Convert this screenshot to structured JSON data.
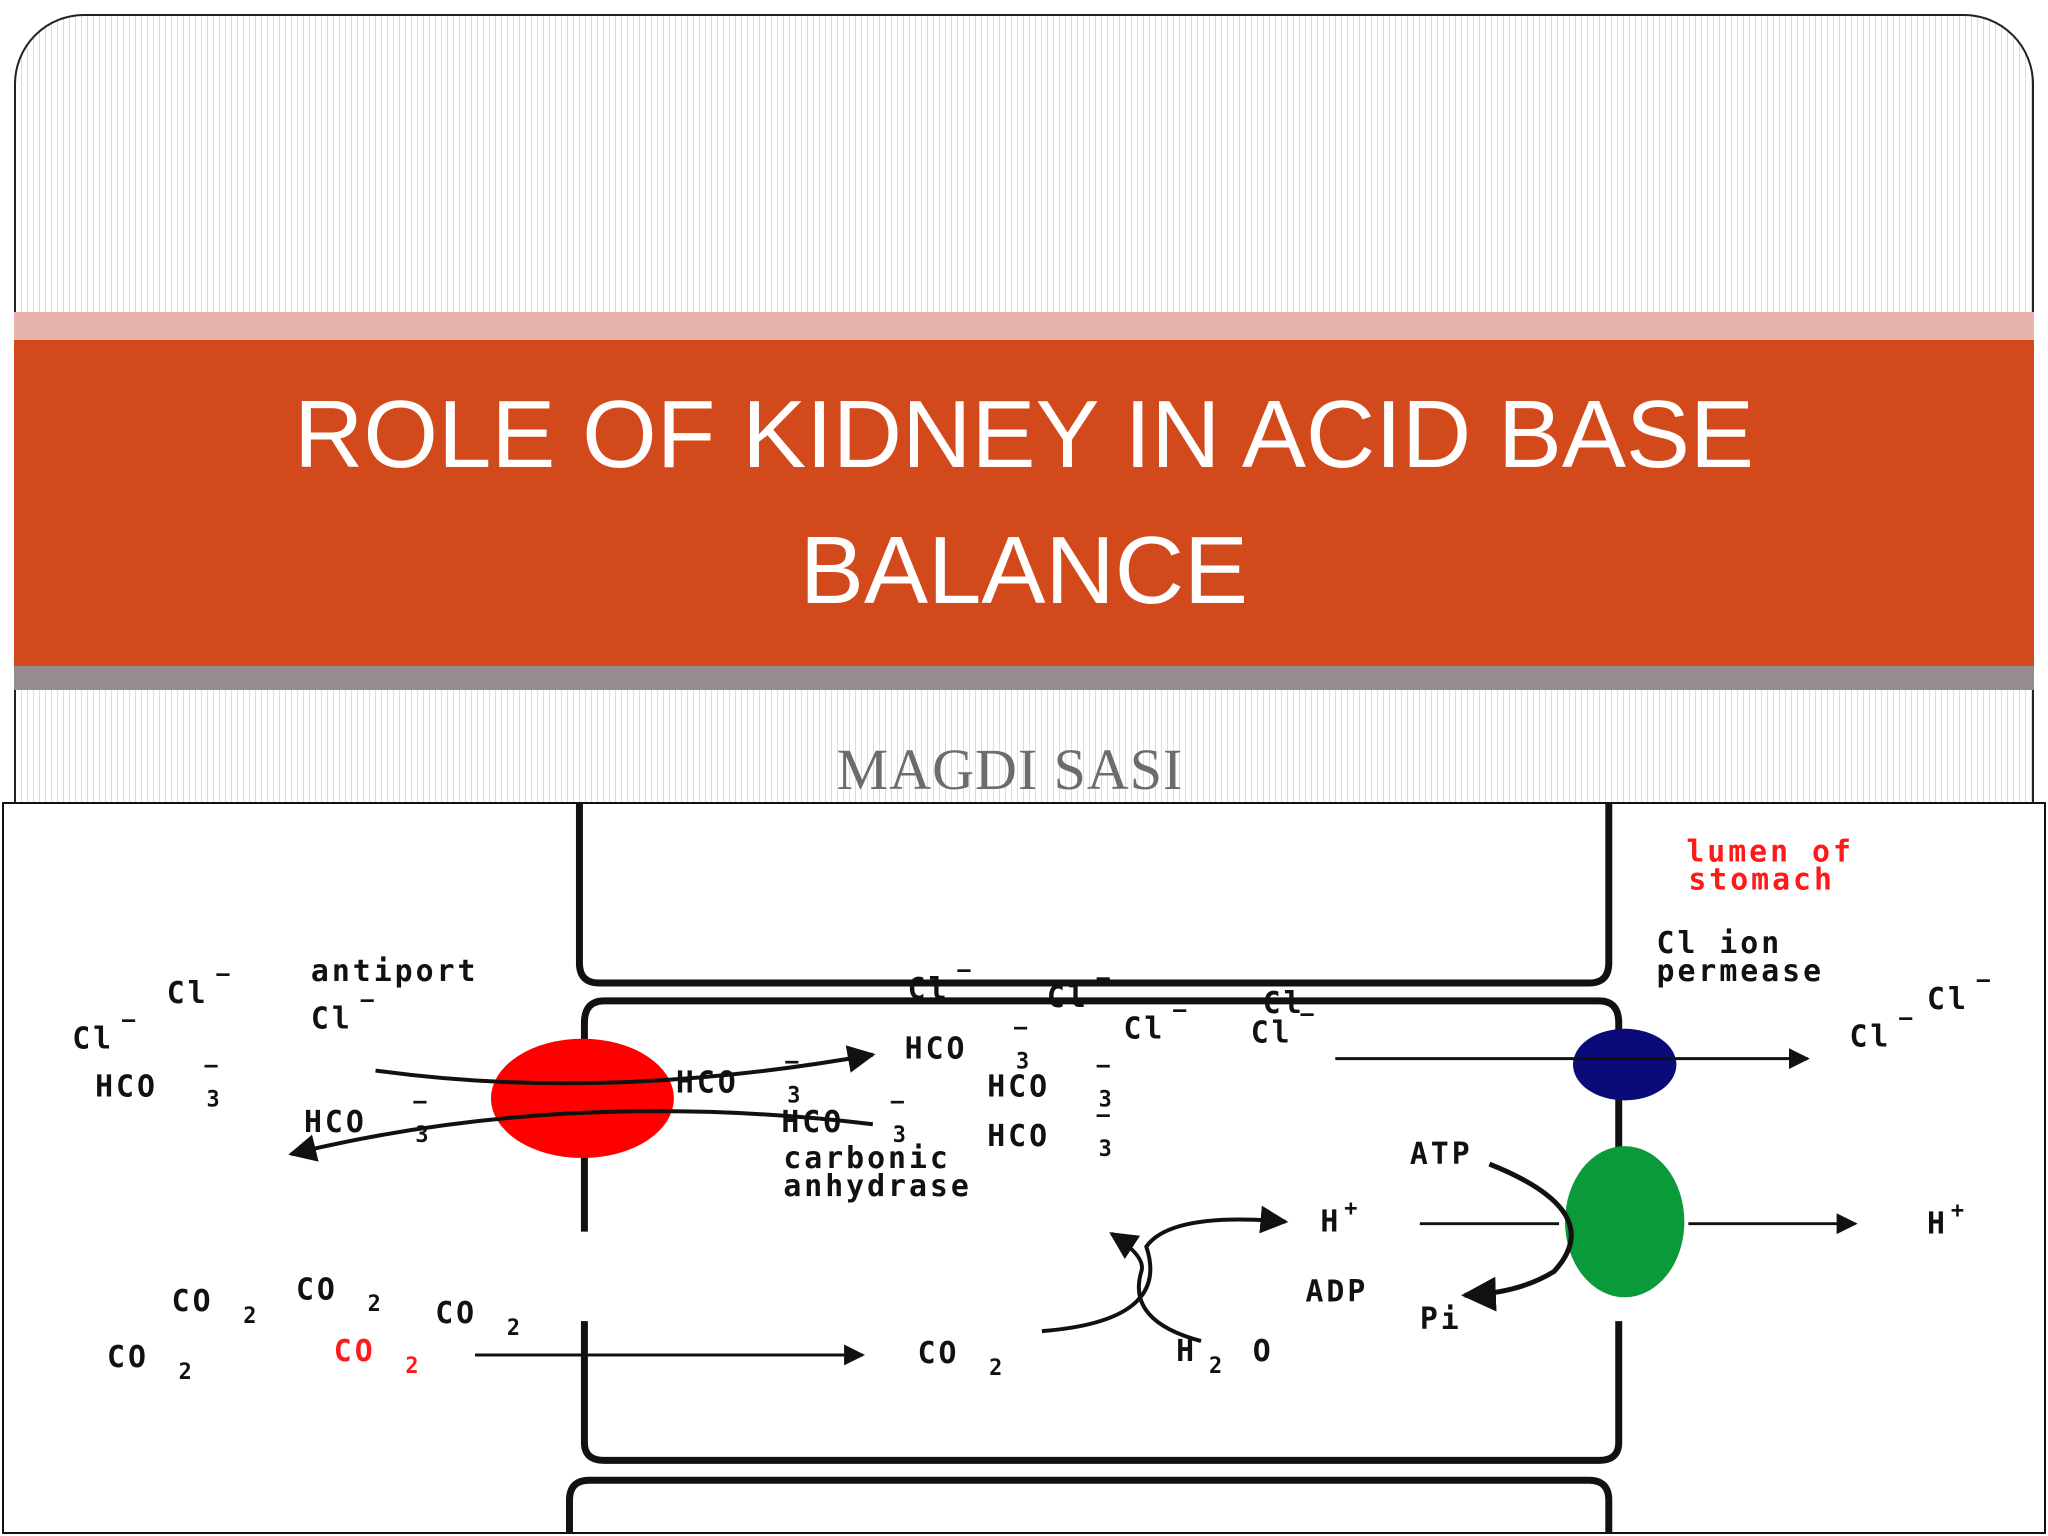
{
  "slide": {
    "title": "ROLE OF KIDNEY IN ACID BASE BALANCE",
    "author": "MAGDI  SASI"
  },
  "diagram": {
    "lumen_label_1": "lumen of",
    "lumen_label_2": "stomach",
    "antiport": "antiport",
    "cl_permease_1": "Cl ion",
    "cl_permease_2": "permease",
    "carbonic_1": "carbonic",
    "carbonic_2": "anhydrase",
    "cl": "Cl",
    "hco": "HCO",
    "co": "CO",
    "sub2": "2",
    "sub3": "3",
    "minus": "—",
    "atp": "ATP",
    "adp": "ADP",
    "pi": "Pi",
    "h": "H",
    "plus": "+",
    "h2o_h": "H",
    "h2o_o": "O",
    "colors": {
      "antiport": "#ff0000",
      "permease": "#0a0a78",
      "pump": "#0a9a3a",
      "highlight_text": "#ff1a1a"
    }
  }
}
